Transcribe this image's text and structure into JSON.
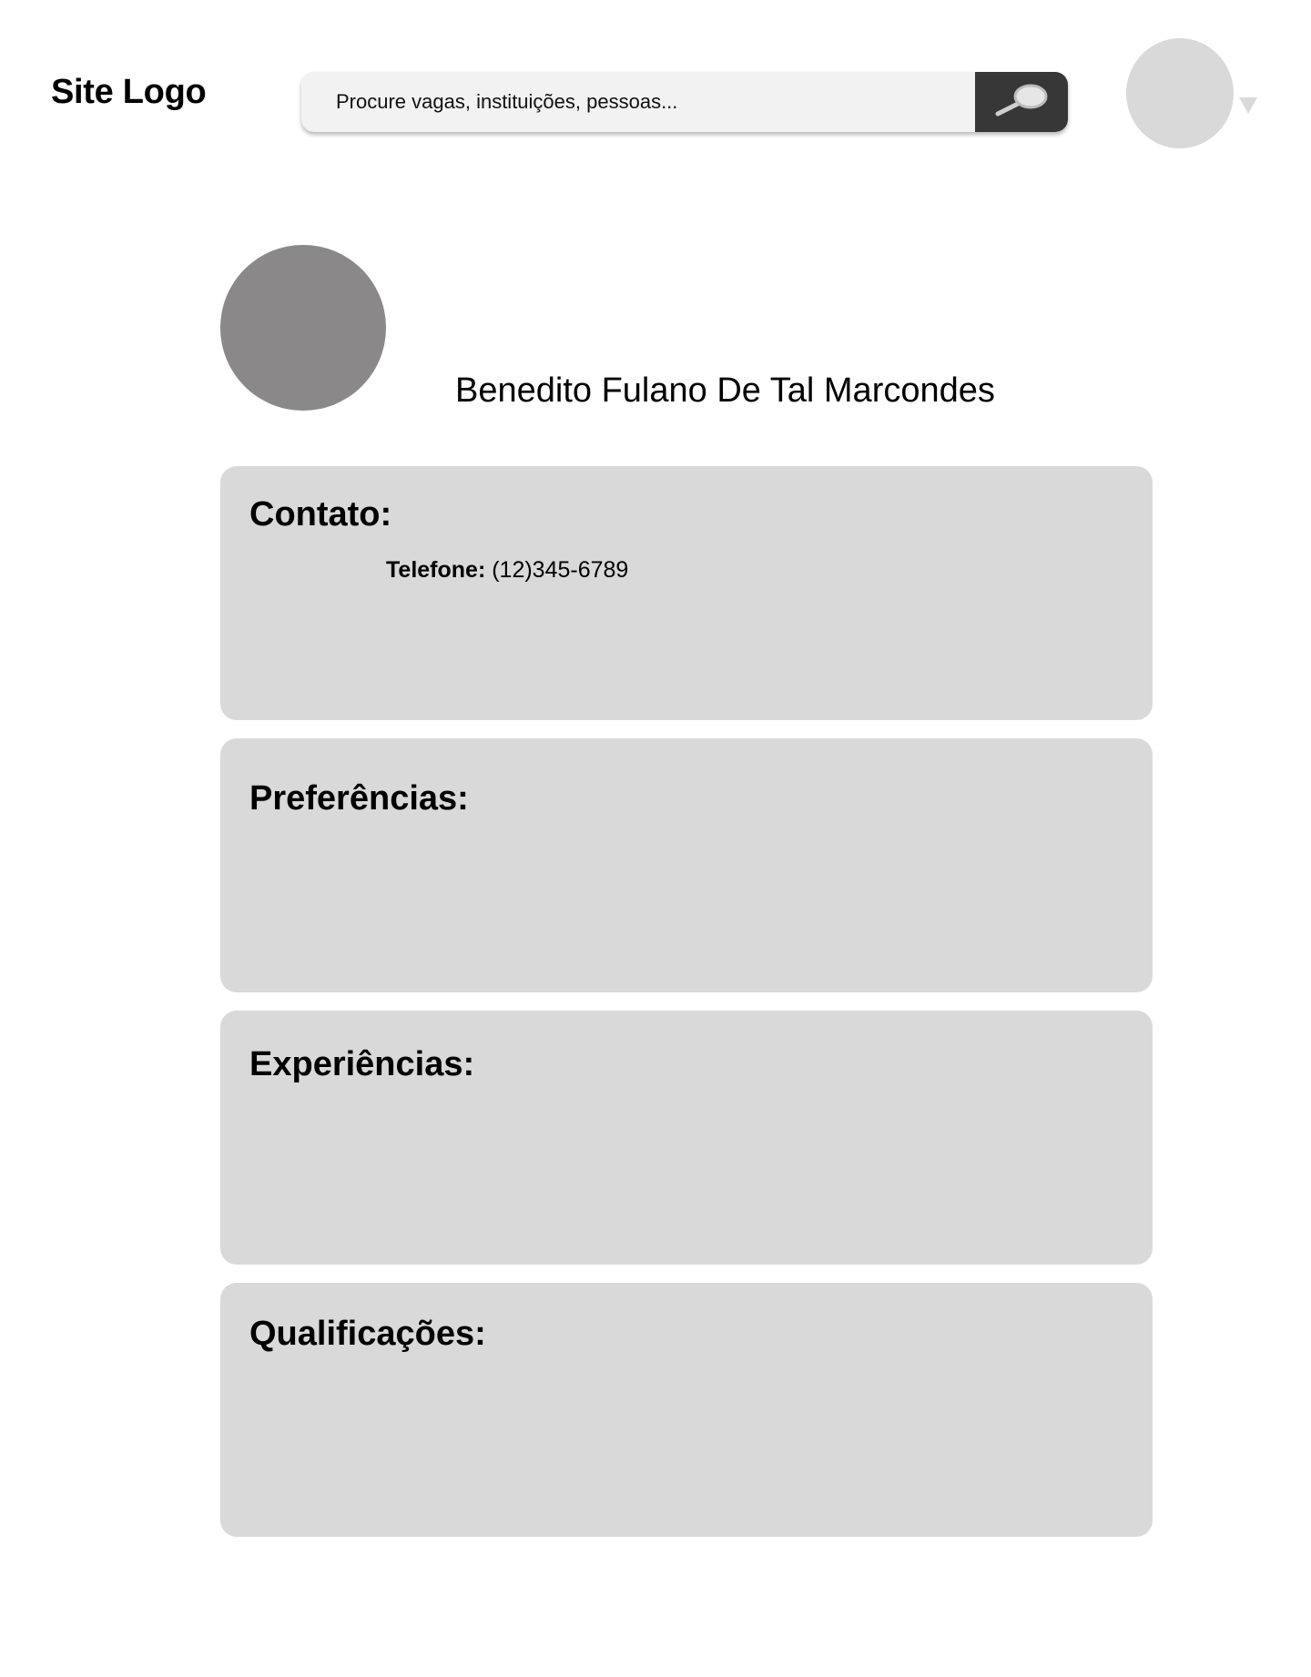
{
  "header": {
    "logo_text": "Site Logo",
    "search": {
      "placeholder": "Procure vagas, instituições, pessoas..."
    },
    "search_button_icon": "search-icon",
    "user_menu_icon": "chevron-down-icon"
  },
  "profile": {
    "name": "Benedito Fulano De Tal Marcondes"
  },
  "sections": {
    "contact": {
      "title": "Contato:",
      "phone_label": "Telefone:",
      "phone_value": "(12)345-6789"
    },
    "preferences": {
      "title": "Preferências:"
    },
    "experiences": {
      "title": "Experiências:"
    },
    "qualifications": {
      "title": "Qualificações:"
    }
  },
  "colors": {
    "panel": "#d9d9d9",
    "search_bg": "#f2f2f2",
    "search_button": "#373737",
    "profile_photo": "#8a8889"
  }
}
